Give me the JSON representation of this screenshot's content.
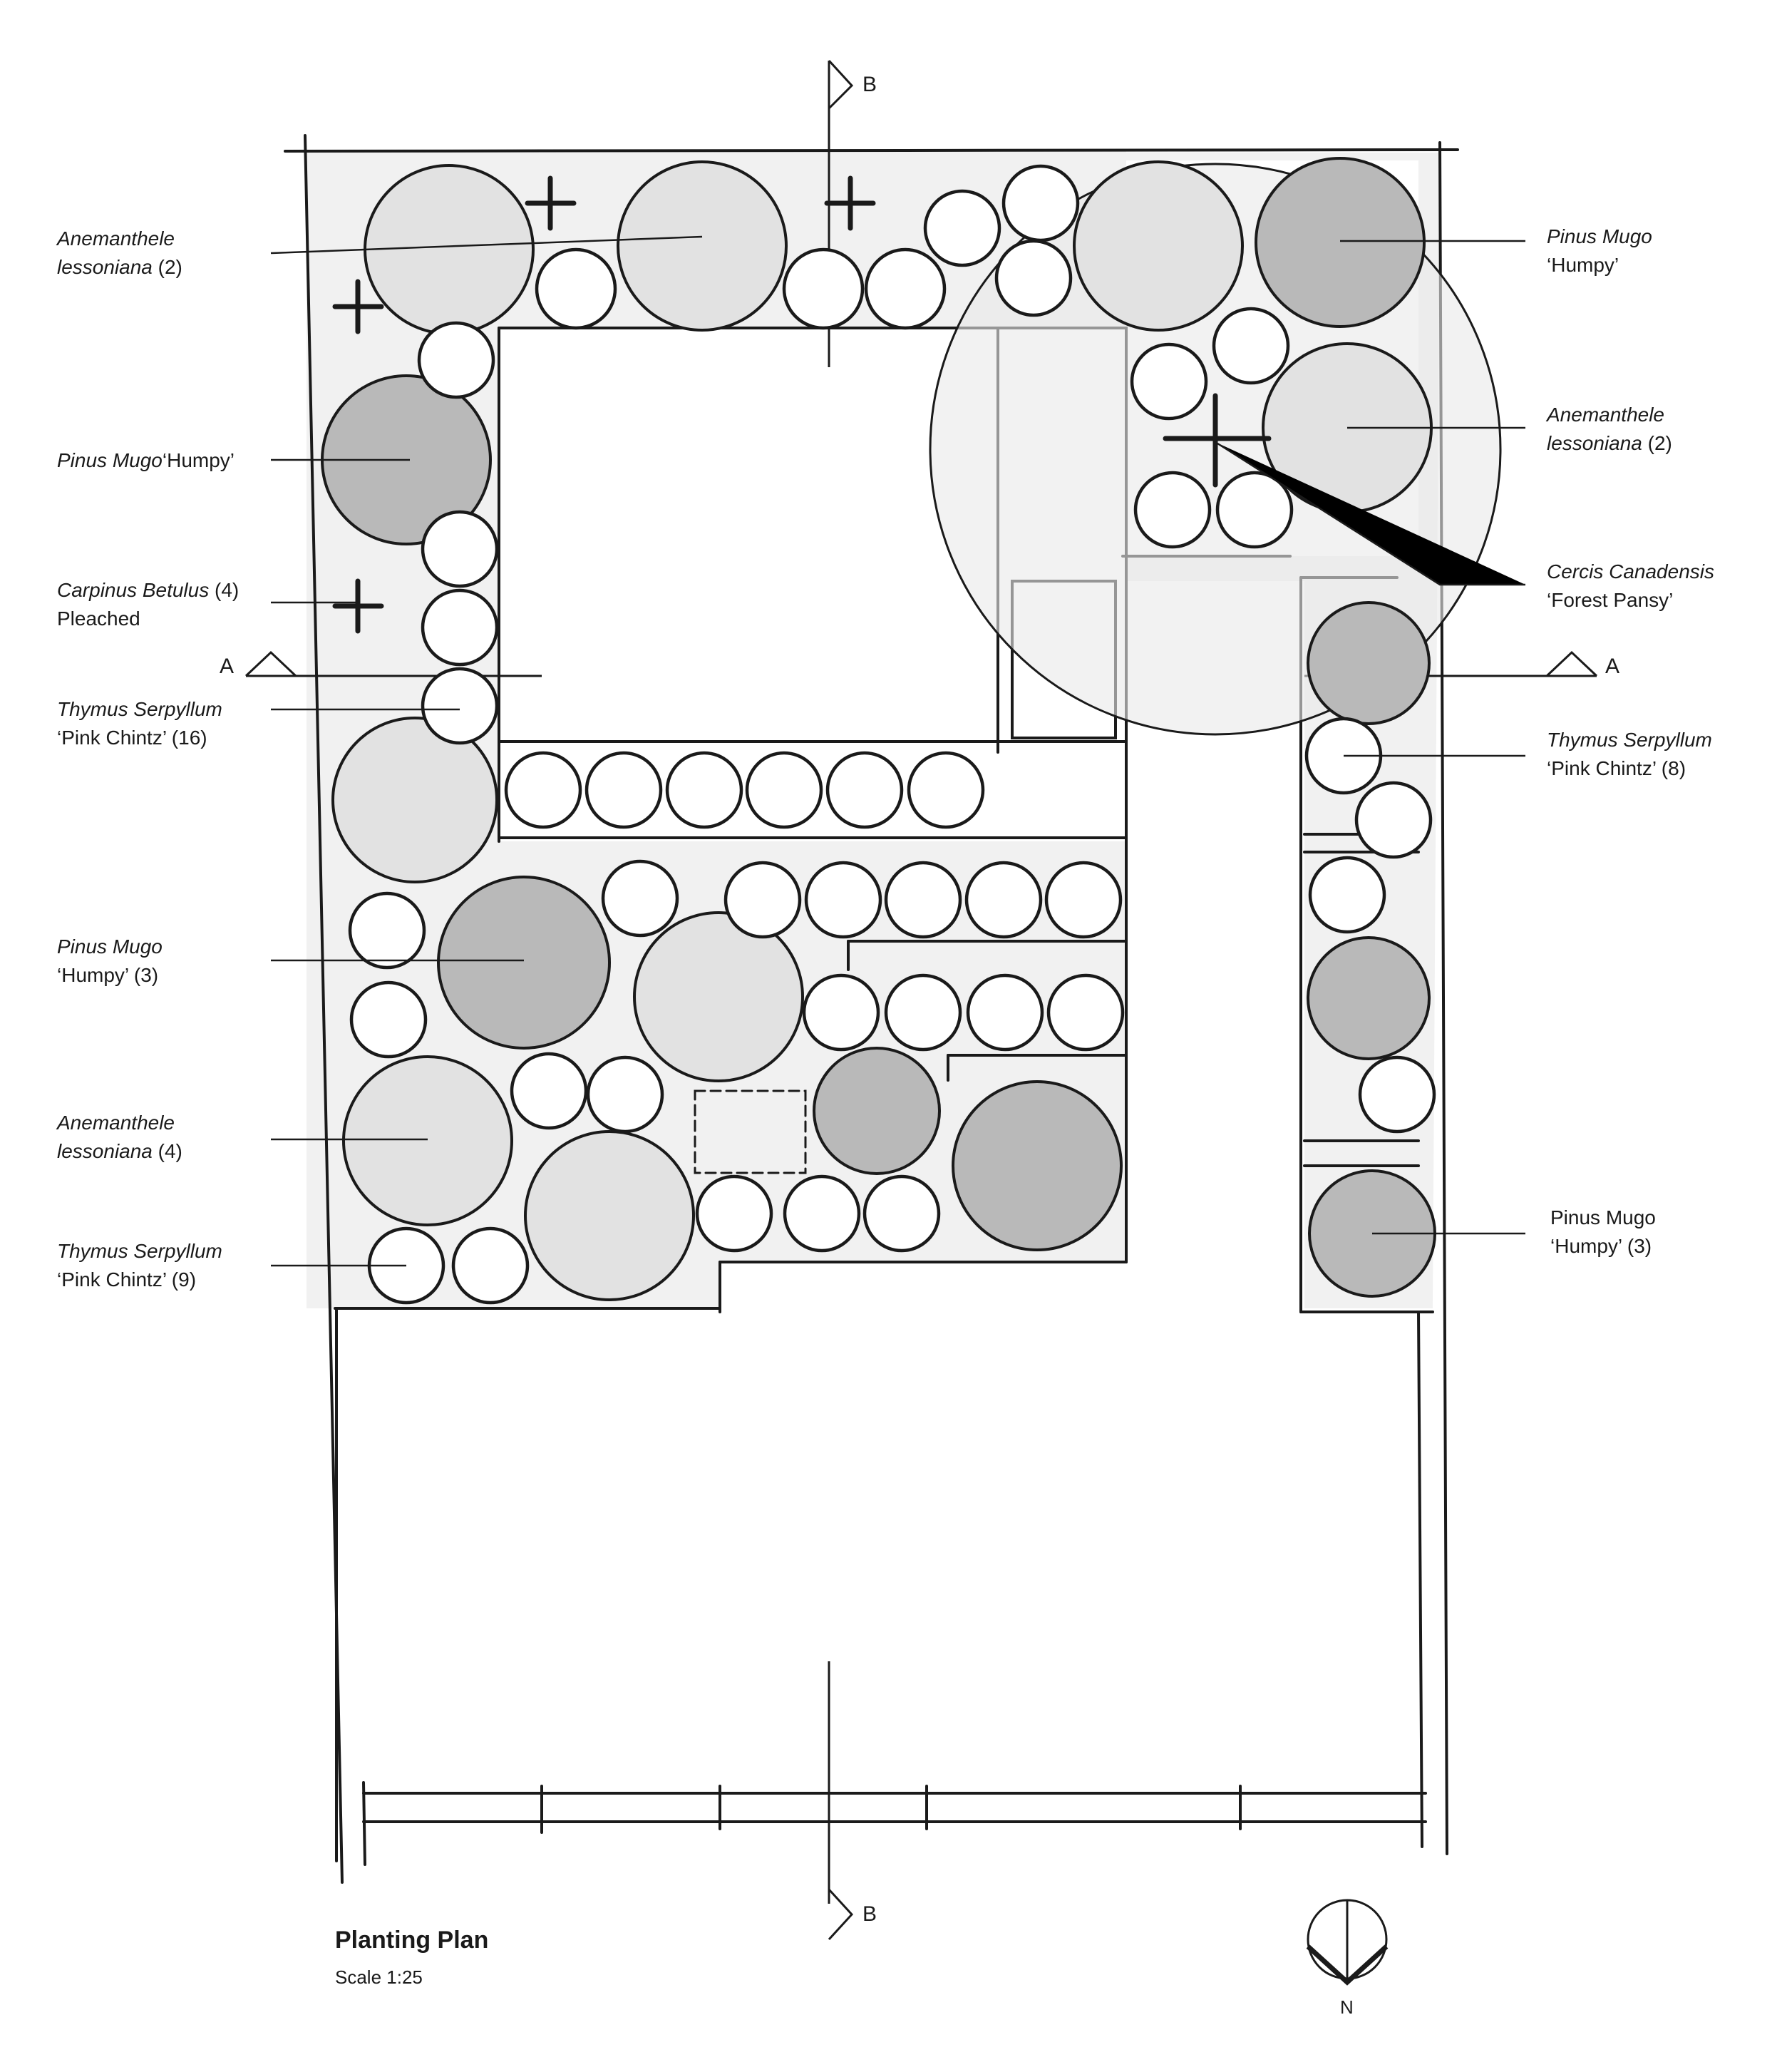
{
  "title": "Planting Plan",
  "scale": "Scale 1:25",
  "section_markers": {
    "a": "A",
    "b": "B"
  },
  "north": "N",
  "labels": {
    "l1": {
      "name": "Anemanthele",
      "name2": "lessoniana",
      "qty": " (2)"
    },
    "l2": {
      "name": "Pinus Mugo",
      "cultivar": "‘Humpy’"
    },
    "l3": {
      "name": "Carpinus Betulus",
      "qty": " (4)",
      "note": "Pleached"
    },
    "l4": {
      "name": "Thymus Serpyllum",
      "cultivar": "‘Pink Chintz’ (16)"
    },
    "l5": {
      "name": "Pinus Mugo",
      "cultivar": "‘Humpy’ (3)"
    },
    "l6": {
      "name": "Anemanthele",
      "name2": "lessoniana",
      "qty": " (4)"
    },
    "l7": {
      "name": "Thymus Serpyllum",
      "cultivar": "‘Pink Chintz’ (9)"
    },
    "r1": {
      "name": "Pinus Mugo",
      "cultivar": "‘Humpy’"
    },
    "r2": {
      "name": "Anemanthele",
      "name2": "lessoniana",
      "qty": " (2)"
    },
    "r3": {
      "name": "Cercis Canadensis",
      "cultivar": "‘Forest Pansy’"
    },
    "r4": {
      "name": "Thymus Serpyllum",
      "cultivar": "‘Pink Chintz’ (8)"
    },
    "r5": {
      "name": "Pinus Mugo",
      "cultivar": "‘Humpy’ (3)"
    }
  },
  "colors": {
    "paper": "#ffffff",
    "bed": "#f1f1f1",
    "grass": "#d9d9d9",
    "pine": "#b9b9b9",
    "ink": "#1a1a1a"
  }
}
